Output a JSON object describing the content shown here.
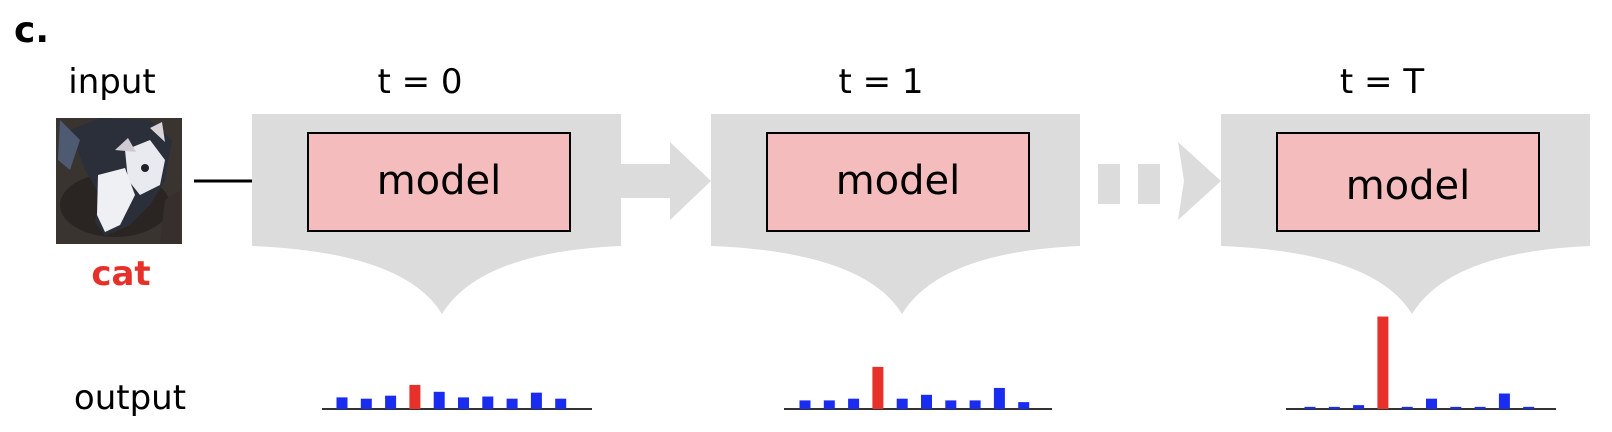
{
  "panel_label": "c.",
  "input_label": "input",
  "input_class_label": "cat",
  "output_label": "output",
  "model_label": "model",
  "colors": {
    "highlight": "#e8302a",
    "other": "#1a2cf0",
    "model_fill": "#f4bcbd",
    "container": "#dcdcdc"
  },
  "steps": [
    {
      "time_label": "t = 0",
      "chart_data": {
        "type": "bar",
        "highlight_index": 3,
        "values": [
          0.27,
          0.24,
          0.31,
          0.56,
          0.4,
          0.27,
          0.29,
          0.24,
          0.38,
          0.24
        ]
      }
    },
    {
      "time_label": "t = 1",
      "chart_data": {
        "type": "bar",
        "highlight_index": 3,
        "values": [
          0.2,
          0.2,
          0.24,
          0.98,
          0.24,
          0.33,
          0.2,
          0.2,
          0.49,
          0.16
        ]
      }
    },
    {
      "time_label": "t = T",
      "chart_data": {
        "type": "bar",
        "highlight_index": 3,
        "values": [
          0.05,
          0.05,
          0.09,
          2.15,
          0.05,
          0.24,
          0.05,
          0.05,
          0.36,
          0.05
        ]
      }
    }
  ]
}
